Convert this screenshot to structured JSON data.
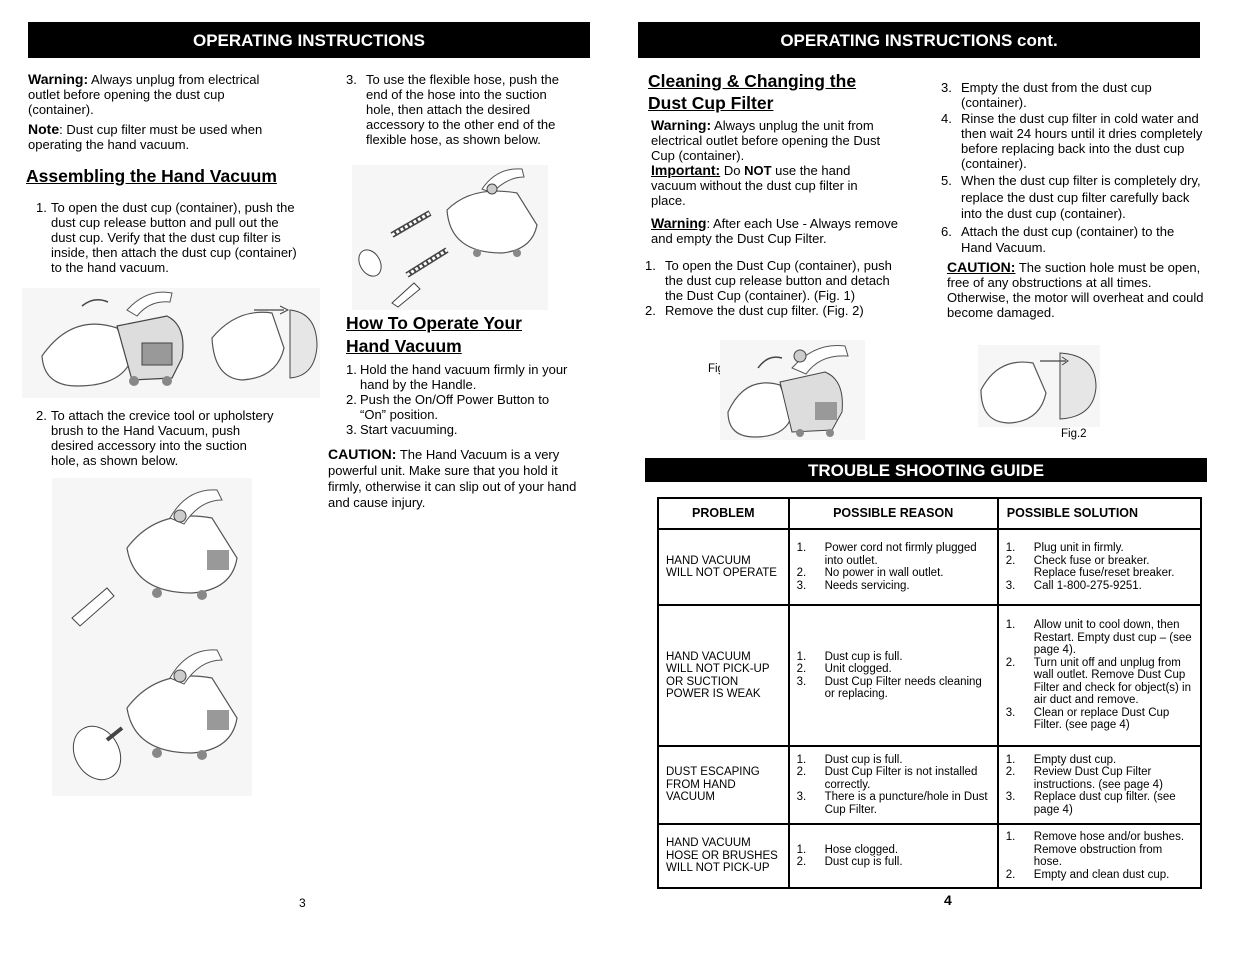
{
  "left": {
    "header": "OPERATING INSTRUCTIONS",
    "warning_label": "Warning:",
    "warning_text": " Always unplug from electrical outlet before opening the dust cup (container).",
    "note_label": "Note",
    "note_text": ": Dust cup filter must be used when operating the hand vacuum.",
    "assemble_title": "Assembling the Hand Vacuum",
    "assemble_steps": [
      {
        "num": "1.",
        "text": "To open the dust cup (container), push the dust cup release button and pull out the dust cup. Verify that the dust cup filter is inside, then attach the dust cup (container) to the hand vacuum."
      },
      {
        "num": "2.",
        "text": "To attach the crevice tool or upholstery brush to the Hand Vacuum, push desired accessory into the suction hole, as shown below."
      },
      {
        "num": "3.",
        "text": "To use the flexible hose, push the end of the hose into the suction hole, then attach the desired accessory to the other end of the flexible hose, as shown below."
      }
    ],
    "operate_title_1": "How To Operate Your",
    "operate_title_2": "Hand Vacuum",
    "operate_steps": [
      {
        "num": "1.",
        "text": "Hold the hand vacuum firmly in your hand by the Handle."
      },
      {
        "num": "2.",
        "text": "Push the On/Off Power Button to “On” position."
      },
      {
        "num": "3.",
        "text": "Start vacuuming."
      }
    ],
    "caution_label": "CAUTION:",
    "caution_text": " The Hand Vacuum is a very powerful unit.  Make sure that you hold it firmly, otherwise it can slip out of your hand and cause injury.",
    "page_number": "3"
  },
  "right": {
    "header": "OPERATING INSTRUCTIONS cont.",
    "clean_title_1": "Cleaning & Changing the",
    "clean_title_2": "Dust Cup Filter",
    "warning_label": "Warning:",
    "warning_text": " Always unplug the unit from electrical outlet before opening the Dust Cup (container).",
    "important_label": "Important:",
    "important_pre": " Do ",
    "important_not": "NOT",
    "important_post": " use the hand vacuum without the dust cup filter in place.",
    "warning2_label": "Warning",
    "warning2_text": ": After each Use - Always remove and empty the Dust Cup Filter.",
    "clean_steps_a": [
      {
        "num": "1.",
        "text": "To open the Dust Cup (container), push the dust cup release button and detach the Dust Cup (container). (Fig. 1)"
      },
      {
        "num": "2.",
        "text": "Remove the dust cup filter. (Fig. 2)"
      }
    ],
    "clean_steps_b": [
      {
        "num": "3.",
        "text": "Empty the dust from the dust cup (container)."
      },
      {
        "num": "4.",
        "text": "Rinse the dust cup filter in cold water and then wait 24 hours until it dries completely before replacing back into the dust cup (container)."
      },
      {
        "num": "5.",
        "text": "When the dust cup filter is completely dry, replace the dust cup filter carefully back into the dust cup (container)."
      },
      {
        "num": "6.",
        "text": "Attach the dust cup (container) to the Hand Vacuum."
      }
    ],
    "caution_label": "CAUTION:",
    "caution_text": " The suction hole must be open, free of any obstructions at all times.  Otherwise, the motor will overheat and could become damaged.",
    "fig1_label": "Fig. 1",
    "fig2_label": "Fig.2",
    "trouble_header": "TROUBLE SHOOTING GUIDE",
    "table": {
      "col_problem": "PROBLEM",
      "col_reason": "POSSIBLE REASON",
      "col_solution": "POSSIBLE SOLUTION",
      "rows": [
        {
          "problem": "HAND VACUUM WILL NOT OPERATE",
          "reasons": [
            {
              "num": "1.",
              "text": "Power cord not firmly plugged into outlet."
            },
            {
              "num": "2.",
              "text": "No power in wall outlet."
            },
            {
              "num": "3.",
              "text": "Needs servicing."
            }
          ],
          "solutions": [
            {
              "num": "1.",
              "text": "Plug unit in firmly."
            },
            {
              "num": "2.",
              "text": "Check fuse or breaker. Replace fuse/reset breaker."
            },
            {
              "num": "3.",
              "text": "Call 1-800-275-9251."
            }
          ]
        },
        {
          "problem": "HAND VACUUM WILL NOT PICK-UP OR SUCTION POWER IS WEAK",
          "reasons": [
            {
              "num": "1.",
              "text": "Dust cup is full."
            },
            {
              "num": "2.",
              "text": "Unit clogged."
            },
            {
              "num": "3.",
              "text": "Dust Cup Filter needs cleaning or replacing."
            }
          ],
          "solutions": [
            {
              "num": "1.",
              "text": "Allow unit to cool down, then Restart. Empty dust cup – (see page 4)."
            },
            {
              "num": "2.",
              "text": "Turn unit off and unplug from wall outlet. Remove Dust Cup Filter and check for object(s) in air duct and remove."
            },
            {
              "num": "3.",
              "text": "Clean or replace Dust Cup Filter.  (see page 4)"
            }
          ]
        },
        {
          "problem": "DUST ESCAPING FROM HAND VACUUM",
          "reasons": [
            {
              "num": "1.",
              "text": "Dust cup is full."
            },
            {
              "num": "2.",
              "text": "Dust Cup Filter is not installed correctly."
            },
            {
              "num": "3.",
              "text": "There is a puncture/hole in Dust Cup Filter."
            }
          ],
          "solutions": [
            {
              "num": "1.",
              "text": "Empty dust cup."
            },
            {
              "num": "2.",
              "text": "Review Dust Cup Filter instructions.  (see page 4)"
            },
            {
              "num": "3.",
              "text": "Replace dust cup filter. (see page 4)"
            }
          ]
        },
        {
          "problem": "HAND VACUUM HOSE OR BRUSHES WILL NOT PICK-UP",
          "reasons": [
            {
              "num": "1.",
              "text": "Hose clogged."
            },
            {
              "num": "2.",
              "text": "Dust cup is full."
            }
          ],
          "solutions": [
            {
              "num": "1.",
              "text": "Remove hose and/or bushes. Remove obstruction from hose."
            },
            {
              "num": "2.",
              "text": "Empty and clean dust cup."
            }
          ]
        }
      ]
    },
    "page_number": "4"
  }
}
